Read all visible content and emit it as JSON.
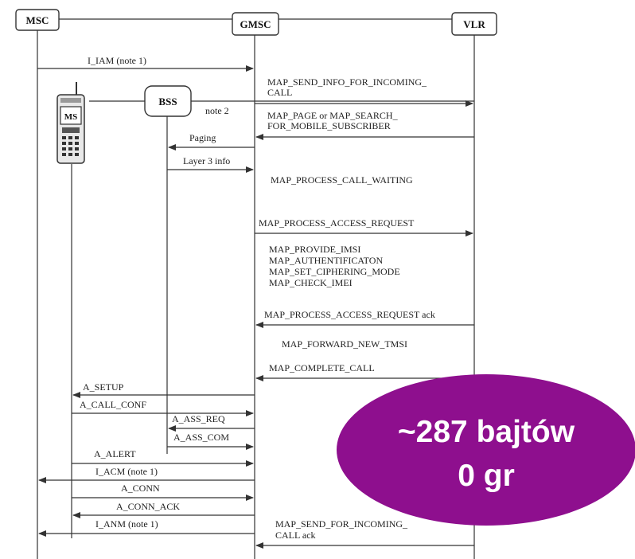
{
  "entities": {
    "msc": "MSC",
    "gmsc": "GMSC",
    "vlr": "VLR",
    "bss": "BSS",
    "ms": "MS"
  },
  "messages": {
    "i_iam": "I_IAM  (note 1)",
    "map_send_info_1": "MAP_SEND_INFO_FOR_INCOMING_",
    "map_send_info_2": "CALL",
    "note2": "note 2",
    "map_page_1": "MAP_PAGE or MAP_SEARCH_",
    "map_page_2": "FOR_MOBILE_SUBSCRIBER",
    "paging": "Paging",
    "layer3": "Layer 3 info",
    "call_waiting": "MAP_PROCESS_CALL_WAITING",
    "access_request": "MAP_PROCESS_ACCESS_REQUEST",
    "provide_imsi": "MAP_PROVIDE_IMSI",
    "authentication": "MAP_AUTHENTIFICATON",
    "ciphering": "MAP_SET_CIPHERING_MODE",
    "check_imei": "MAP_CHECK_IMEI",
    "access_request_ack": "MAP_PROCESS_ACCESS_REQUEST ack",
    "forward_tmsi": "MAP_FORWARD_NEW_TMSI",
    "complete_call": "MAP_COMPLETE_CALL",
    "a_setup": "A_SETUP",
    "a_call_conf": "A_CALL_CONF",
    "a_ass_req": "A_ASS_REQ",
    "a_ass_com": "A_ASS_COM",
    "a_alert": "A_ALERT",
    "i_acm": "I_ACM (note 1)",
    "a_conn": "A_CONN",
    "a_conn_ack": "A_CONN_ACK",
    "i_anm": "I_ANM (note 1)",
    "map_send_ack_1": "MAP_SEND_FOR_INCOMING_",
    "map_send_ack_2": "CALL ack"
  },
  "bubble": {
    "line1": "~287 bajtów",
    "line2": "0 gr",
    "color": "#8e0f8e"
  }
}
